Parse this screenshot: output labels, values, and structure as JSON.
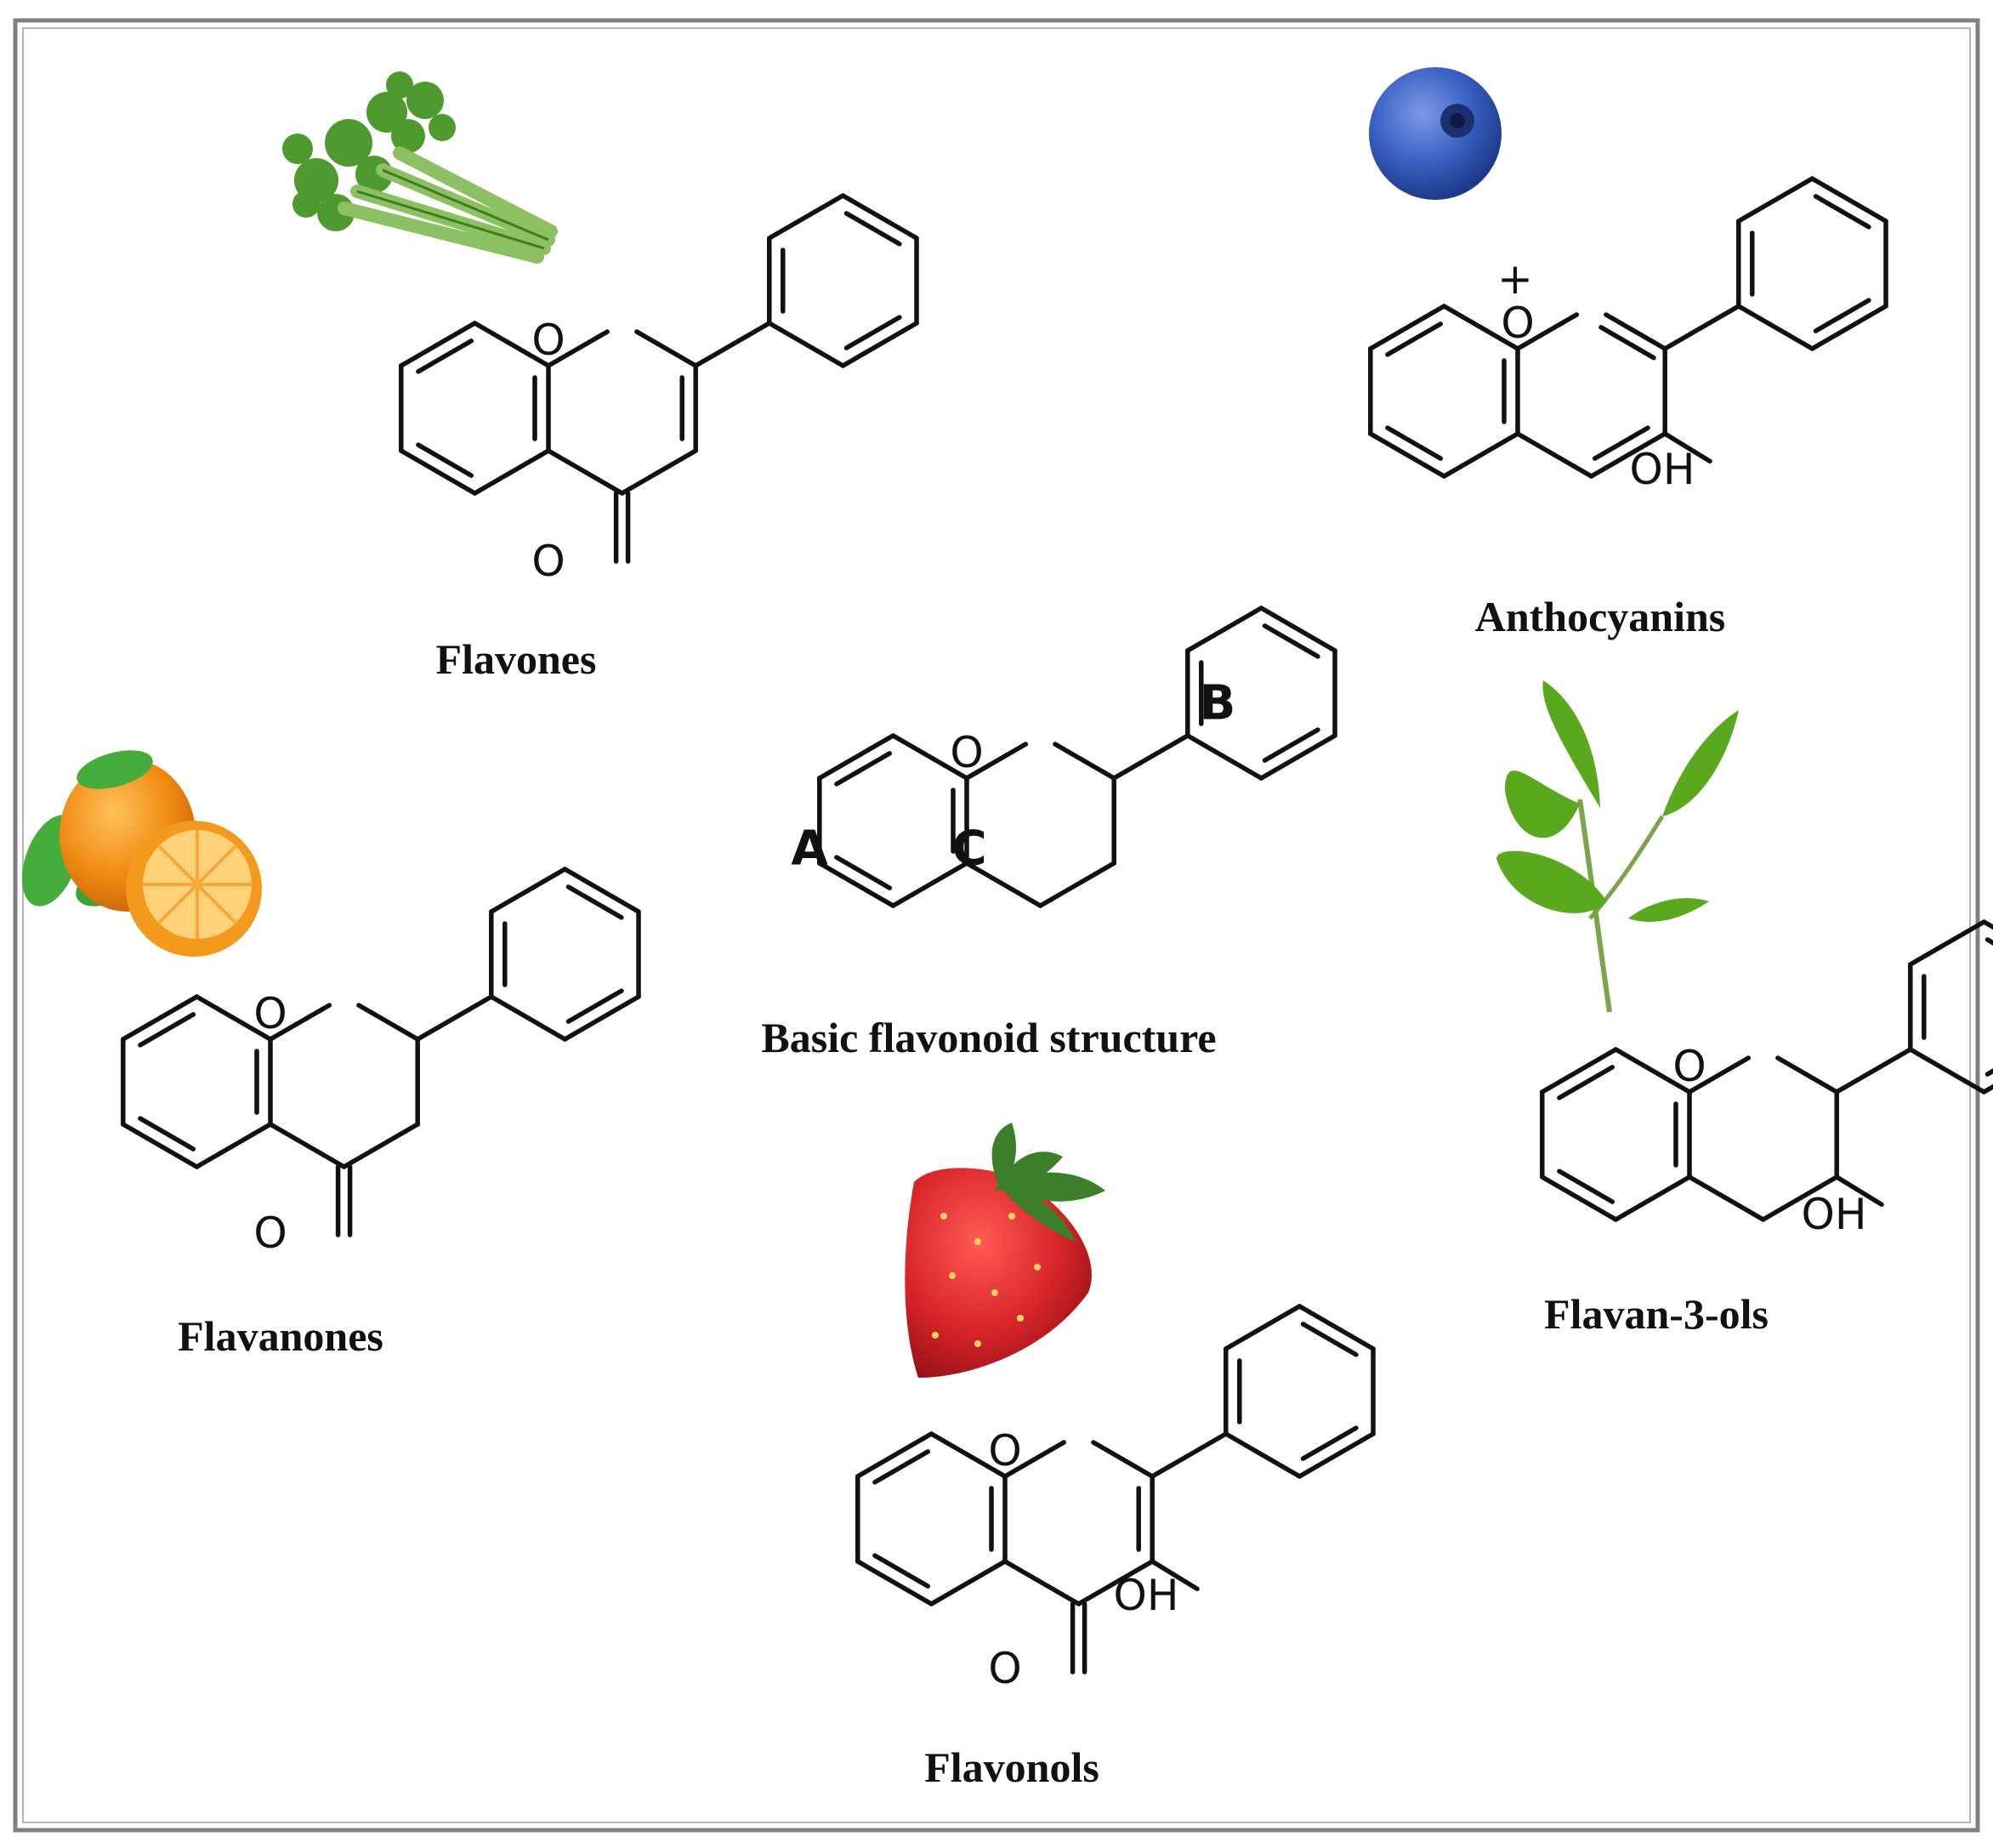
{
  "compounds": {
    "flavones": {
      "name": "Flavones",
      "atoms": {
        "ring_o": "O",
        "keto_o": "O"
      }
    },
    "anthocyanins": {
      "name": "Anthocyanins",
      "atoms": {
        "ring_o": "O",
        "charge": "+",
        "oh": "OH"
      }
    },
    "basic": {
      "name": "Basic flavonoid structure",
      "atoms": {
        "ring_o": "O"
      },
      "rings": {
        "a": "A",
        "b": "B",
        "c": "C"
      }
    },
    "flavanones": {
      "name": "Flavanones",
      "atoms": {
        "ring_o": "O",
        "keto_o": "O"
      }
    },
    "flavan3ols": {
      "name": "Flavan-3-ols",
      "atoms": {
        "ring_o": "O",
        "oh": "OH"
      }
    },
    "flavonols": {
      "name": "Flavonols",
      "atoms": {
        "ring_o": "O",
        "keto_o": "O",
        "oh": "OH"
      }
    }
  },
  "food_icons": {
    "celery": "celery-icon",
    "blueberry": "blueberry-icon",
    "orange": "orange-icon",
    "tea": "tea-leaf-icon",
    "strawberry": "strawberry-icon"
  },
  "colors": {
    "border": "#7f7f7f",
    "bond": "#111111",
    "celery": "#4f9a2f",
    "blueberry": "#3b62c4",
    "orange": "#f08a12",
    "tea": "#5aa81e",
    "strawberry": "#d8262a"
  }
}
